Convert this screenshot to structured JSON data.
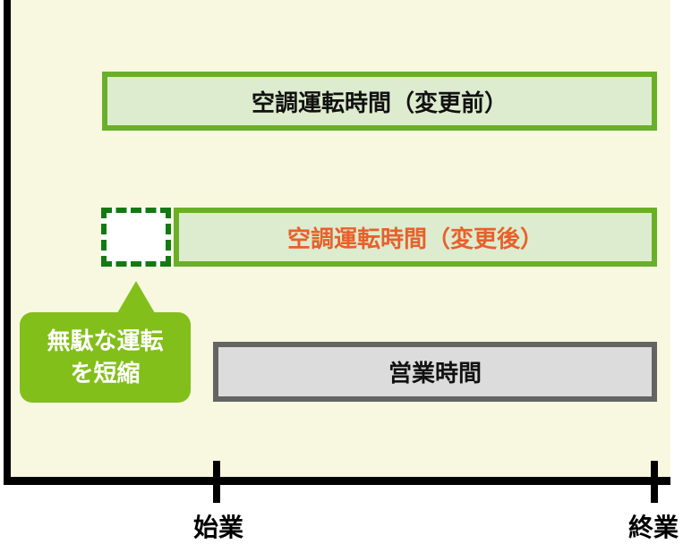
{
  "bars": {
    "before": "空調運転時間（変更前）",
    "after": "空調運転時間（変更後）",
    "business": "営業時間"
  },
  "callout": {
    "line1": "無駄な運転",
    "line2": "を短縮"
  },
  "axis": {
    "start": "始業",
    "end": "終業"
  },
  "colors": {
    "green": "#6aaf2a",
    "callout": "#82bf1a",
    "after_text": "#e8602c",
    "background": "#f8f8e0"
  }
}
